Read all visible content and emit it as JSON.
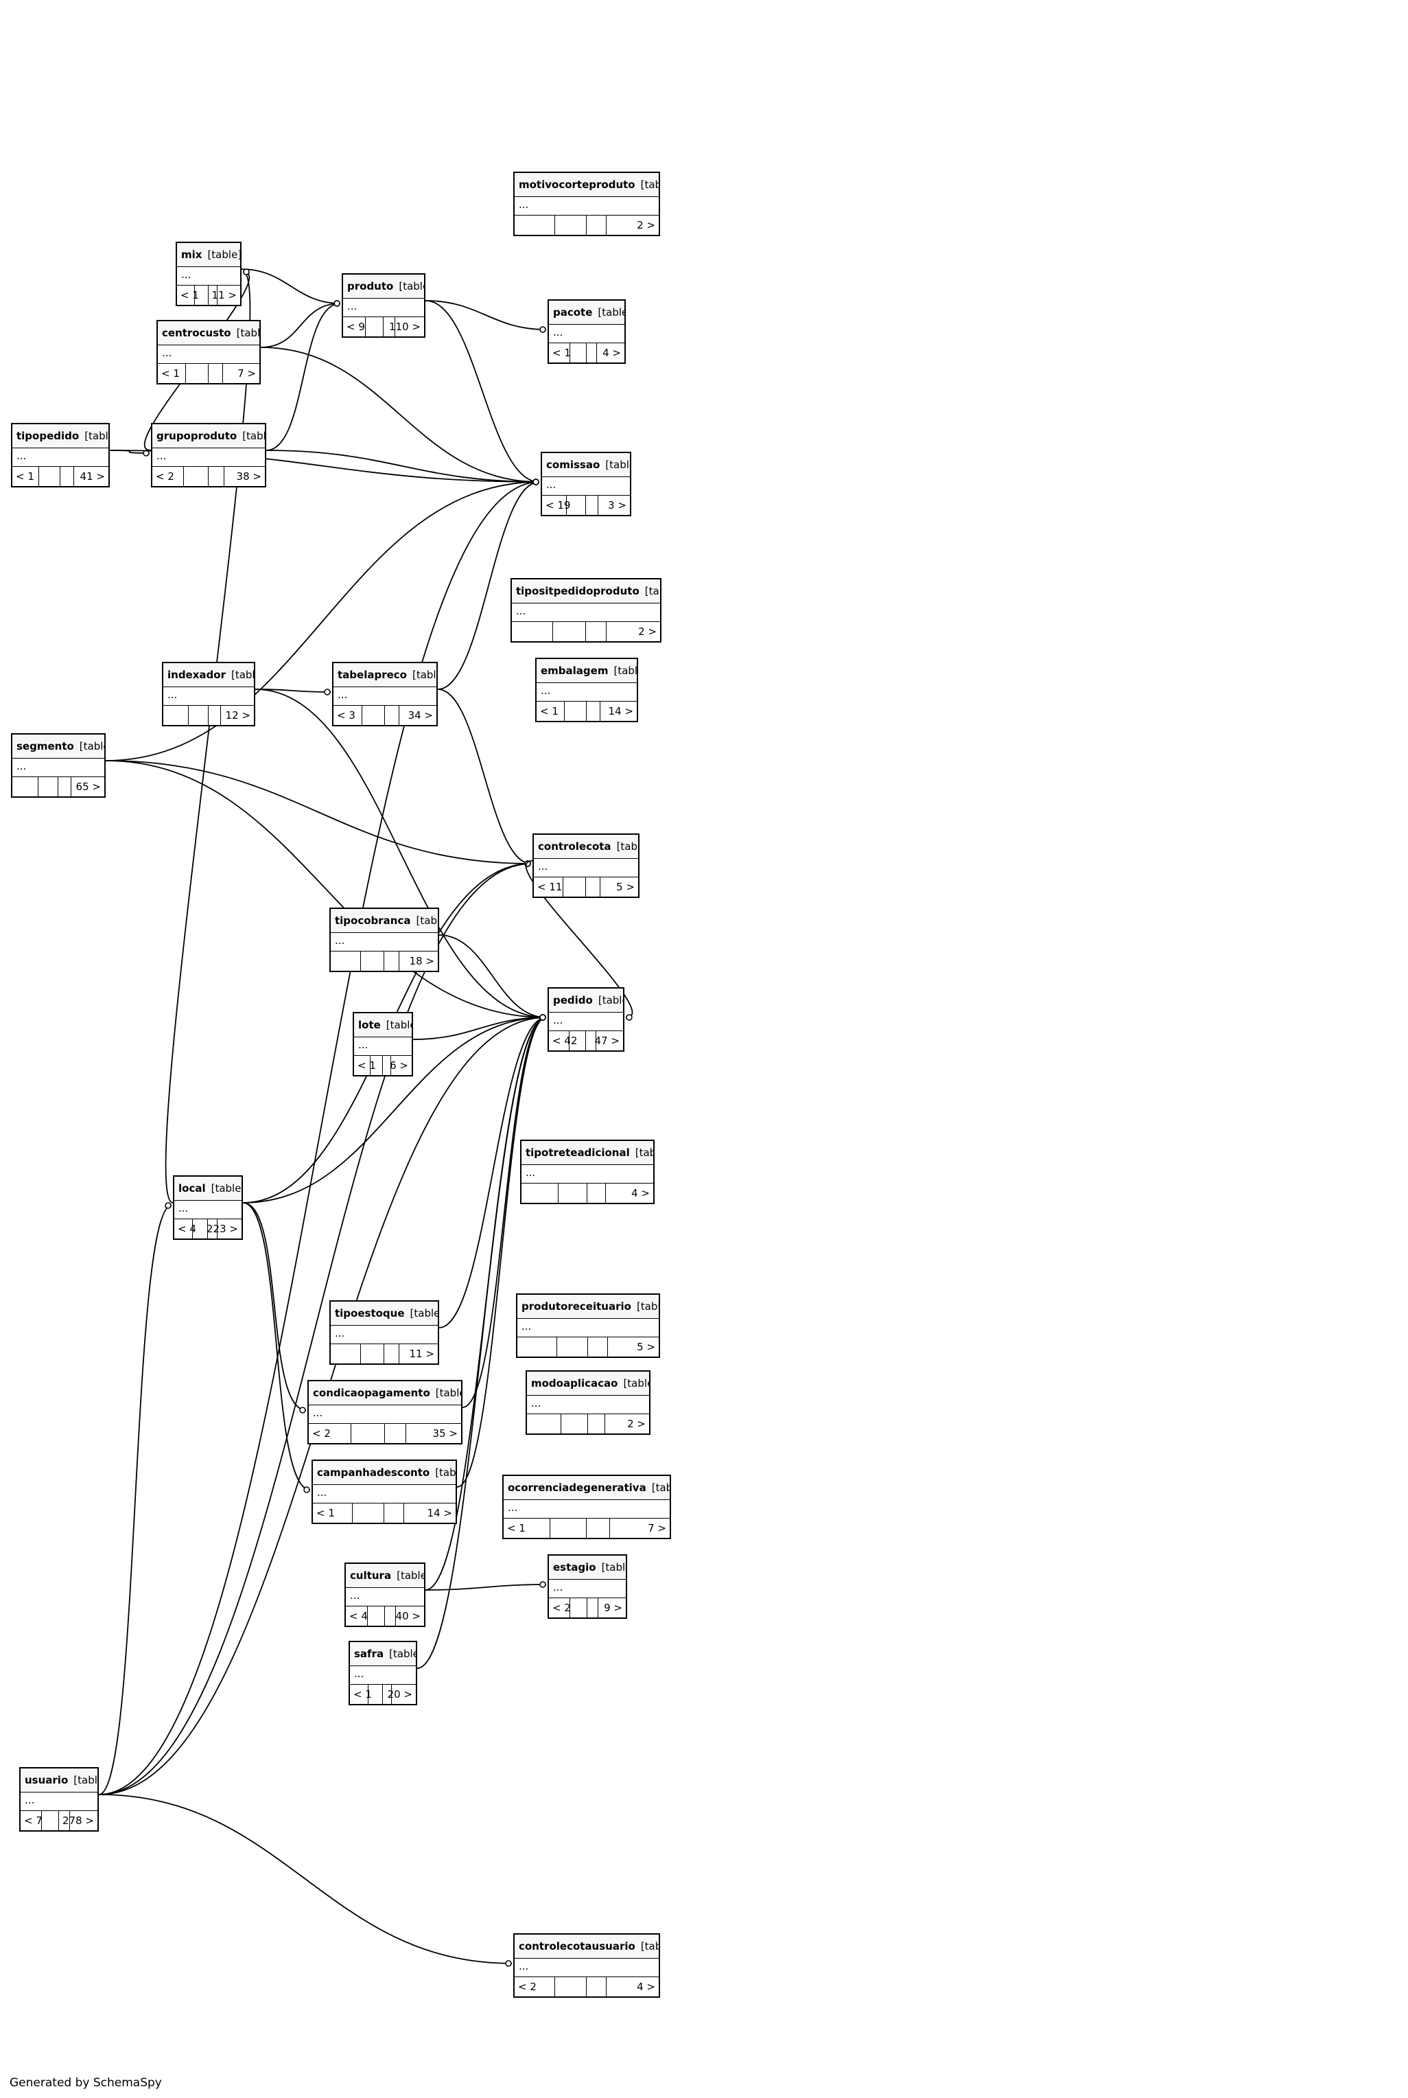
{
  "footer": "Generated by SchemaSpy",
  "tables": [
    {
      "id": "mix",
      "name": "mix",
      "type": "[table]",
      "parents": "< 1",
      "children": "11 >"
    },
    {
      "id": "centrocusto",
      "name": "centrocusto",
      "type": "[table]",
      "parents": "< 1",
      "children": "7 >"
    },
    {
      "id": "tipopedido",
      "name": "tipopedido",
      "type": "[table]",
      "parents": "< 1",
      "children": "41 >"
    },
    {
      "id": "grupoproduto",
      "name": "grupoproduto",
      "type": "[table]",
      "parents": "< 2",
      "children": "38 >"
    },
    {
      "id": "produto",
      "name": "produto",
      "type": "[table]",
      "parents": "< 9",
      "children": "110 >"
    },
    {
      "id": "motivocorteproduto",
      "name": "motivocorteproduto",
      "type": "[table]",
      "parents": "",
      "children": "2 >"
    },
    {
      "id": "pacote",
      "name": "pacote",
      "type": "[table]",
      "parents": "< 1",
      "children": "4 >"
    },
    {
      "id": "comissao",
      "name": "comissao",
      "type": "[table]",
      "parents": "< 19",
      "children": "3 >"
    },
    {
      "id": "tipositpedidoproduto",
      "name": "tipositpedidoproduto",
      "type": "[table]",
      "parents": "",
      "children": "2 >"
    },
    {
      "id": "indexador",
      "name": "indexador",
      "type": "[table]",
      "parents": "",
      "children": "12 >"
    },
    {
      "id": "tabelapreco",
      "name": "tabelapreco",
      "type": "[table]",
      "parents": "< 3",
      "children": "34 >"
    },
    {
      "id": "embalagem",
      "name": "embalagem",
      "type": "[table]",
      "parents": "< 1",
      "children": "14 >"
    },
    {
      "id": "segmento",
      "name": "segmento",
      "type": "[table]",
      "parents": "",
      "children": "65 >"
    },
    {
      "id": "controlecota",
      "name": "controlecota",
      "type": "[table]",
      "parents": "< 11",
      "children": "5 >"
    },
    {
      "id": "tipocobranca",
      "name": "tipocobranca",
      "type": "[table]",
      "parents": "",
      "children": "18 >"
    },
    {
      "id": "lote",
      "name": "lote",
      "type": "[table]",
      "parents": "< 1",
      "children": "6 >"
    },
    {
      "id": "pedido",
      "name": "pedido",
      "type": "[table]",
      "parents": "< 42",
      "children": "47 >"
    },
    {
      "id": "tipotreteadicional",
      "name": "tipotreteadicional",
      "type": "[table]",
      "parents": "",
      "children": "4 >"
    },
    {
      "id": "local",
      "name": "local",
      "type": "[table]",
      "parents": "< 4",
      "children": "223 >"
    },
    {
      "id": "tipoestoque",
      "name": "tipoestoque",
      "type": "[table]",
      "parents": "",
      "children": "11 >"
    },
    {
      "id": "produtoreceituario",
      "name": "produtoreceituario",
      "type": "[table]",
      "parents": "",
      "children": "5 >"
    },
    {
      "id": "condicaopagamento",
      "name": "condicaopagamento",
      "type": "[table]",
      "parents": "< 2",
      "children": "35 >"
    },
    {
      "id": "modoaplicacao",
      "name": "modoaplicacao",
      "type": "[table]",
      "parents": "",
      "children": "2 >"
    },
    {
      "id": "campanhadesconto",
      "name": "campanhadesconto",
      "type": "[table]",
      "parents": "< 1",
      "children": "14 >"
    },
    {
      "id": "ocorrenciadegenerativa",
      "name": "ocorrenciadegenerativa",
      "type": "[table]",
      "parents": "< 1",
      "children": "7 >"
    },
    {
      "id": "cultura",
      "name": "cultura",
      "type": "[table]",
      "parents": "< 4",
      "children": "40 >"
    },
    {
      "id": "estagio",
      "name": "estagio",
      "type": "[table]",
      "parents": "< 2",
      "children": "9 >"
    },
    {
      "id": "safra",
      "name": "safra",
      "type": "[table]",
      "parents": "< 1",
      "children": "20 >"
    },
    {
      "id": "usuario",
      "name": "usuario",
      "type": "[table]",
      "parents": "< 7",
      "children": "278 >"
    },
    {
      "id": "controlecotausuario",
      "name": "controlecotausuario",
      "type": "[table]",
      "parents": "< 2",
      "children": "4 >"
    }
  ],
  "relations": [
    [
      "mix",
      "produto"
    ],
    [
      "centrocusto",
      "produto"
    ],
    [
      "grupoproduto",
      "produto"
    ],
    [
      "grupoproduto",
      "mix"
    ],
    [
      "tipopedido",
      "grupoproduto"
    ],
    [
      "tipopedido",
      "comissao"
    ],
    [
      "grupoproduto",
      "comissao"
    ],
    [
      "produto",
      "pacote"
    ],
    [
      "produto",
      "comissao"
    ],
    [
      "centrocusto",
      "comissao"
    ],
    [
      "indexador",
      "tabelapreco"
    ],
    [
      "tabelapreco",
      "comissao"
    ],
    [
      "tabelapreco",
      "controlecota"
    ],
    [
      "segmento",
      "comissao"
    ],
    [
      "segmento",
      "controlecota"
    ],
    [
      "segmento",
      "pedido"
    ],
    [
      "tipocobranca",
      "pedido"
    ],
    [
      "lote",
      "pedido"
    ],
    [
      "local",
      "pedido"
    ],
    [
      "local",
      "controlecota"
    ],
    [
      "local",
      "mix"
    ],
    [
      "local",
      "condicaopagamento"
    ],
    [
      "local",
      "campanhadesconto"
    ],
    [
      "condicaopagamento",
      "pedido"
    ],
    [
      "campanhadesconto",
      "pedido"
    ],
    [
      "tipoestoque",
      "pedido"
    ],
    [
      "cultura",
      "estagio"
    ],
    [
      "cultura",
      "pedido"
    ],
    [
      "safra",
      "pedido"
    ],
    [
      "usuario",
      "pedido"
    ],
    [
      "usuario",
      "controlecota"
    ],
    [
      "usuario",
      "controlecotausuario"
    ],
    [
      "usuario",
      "local"
    ],
    [
      "usuario",
      "comissao"
    ],
    [
      "indexador",
      "pedido"
    ],
    [
      "controlecota",
      "pedido"
    ]
  ]
}
